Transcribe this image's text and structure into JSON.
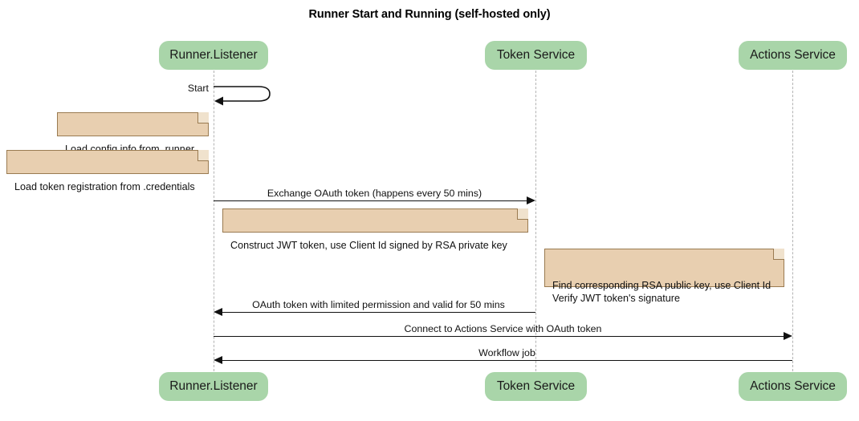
{
  "diagram": {
    "type": "sequence-diagram",
    "title": "Runner Start and Running (self-hosted only)",
    "colors": {
      "participant_fill": "#a9d5a9",
      "note_fill": "#e8cfb0",
      "note_border": "#9a7b51",
      "lifeline": "#b3b3b3",
      "arrow": "#111111",
      "background": "#ffffff"
    }
  },
  "participants": [
    {
      "id": "runner-listener",
      "label": "Runner.Listener"
    },
    {
      "id": "token-service",
      "label": "Token Service"
    },
    {
      "id": "actions-service",
      "label": "Actions Service"
    }
  ],
  "participants_bottom": [
    {
      "id": "runner-listener",
      "label": "Runner.Listener"
    },
    {
      "id": "token-service",
      "label": "Token Service"
    },
    {
      "id": "actions-service",
      "label": "Actions Service"
    }
  ],
  "messages": [
    {
      "id": "start",
      "label": "Start",
      "from": "runner-listener",
      "to": "runner-listener",
      "kind": "self",
      "direction": "left"
    },
    {
      "id": "exchange-oauth-token",
      "label": "Exchange OAuth token (happens every 50 mins)",
      "from": "runner-listener",
      "to": "token-service",
      "kind": "sync",
      "direction": "right"
    },
    {
      "id": "oauth-token-reply",
      "label": "OAuth token with limited permission and valid for 50 mins",
      "from": "token-service",
      "to": "runner-listener",
      "kind": "sync",
      "direction": "left"
    },
    {
      "id": "connect-to-actions-service",
      "label": "Connect to Actions Service with OAuth token",
      "from": "runner-listener",
      "to": "actions-service",
      "kind": "sync",
      "direction": "right"
    },
    {
      "id": "workflow-job",
      "label": "Workflow job",
      "from": "actions-service",
      "to": "runner-listener",
      "kind": "sync",
      "direction": "left"
    }
  ],
  "notes": [
    {
      "id": "note-load-config",
      "text": "Load config info from .runner",
      "attached_to": "runner-listener"
    },
    {
      "id": "note-load-token-registration",
      "text": "Load token registration from .credentials",
      "attached_to": "runner-listener"
    },
    {
      "id": "note-construct-jwt",
      "text": "Construct JWT token, use Client Id signed by RSA private key",
      "attached_to": "runner-listener"
    },
    {
      "id": "note-verify-jwt",
      "text": "Find corresponding RSA public key, use Client Id\nVerify JWT token's signature",
      "attached_to": "token-service"
    }
  ]
}
